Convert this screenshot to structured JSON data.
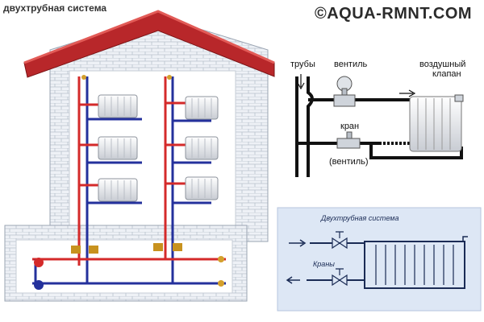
{
  "title": "двухтрубная система",
  "watermark": "©AQUA-RMNT.COM",
  "scheme": {
    "pipes_label": "трубы",
    "valve_label": "вентиль",
    "air_valve_label_line1": "воздушный",
    "air_valve_label_line2": "клапан",
    "tap_label": "кран",
    "valve_alt_label": "(вентиль)"
  },
  "small_scheme": {
    "title": "Двухтрубная система",
    "taps_label": "Краны"
  },
  "colors": {
    "roof": "#b8272a",
    "brick": "#e9edf3",
    "supply_pipe": "#d42a2a",
    "return_pipe": "#24319c",
    "box_bg": "#dde7f5"
  }
}
